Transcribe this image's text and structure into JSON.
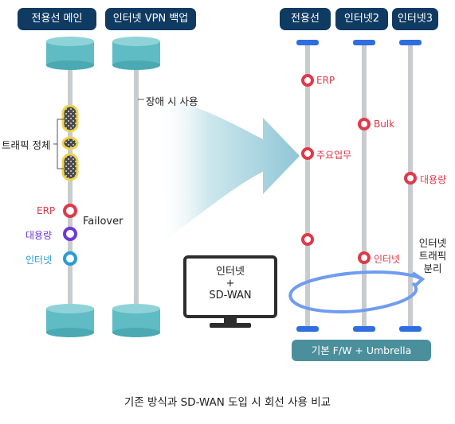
{
  "left": {
    "headers": [
      "전용선 메인",
      "인터넷 VPN 백업"
    ],
    "traffic_label": "트래픽 정체",
    "outage_label": "장애 시 사용",
    "legend": [
      "ERP",
      "대용량",
      "인터넷"
    ],
    "failover_label": "Failover"
  },
  "right": {
    "headers": [
      "전용선",
      "인터넷2",
      "인터넷3"
    ],
    "labels": {
      "erp": "ERP",
      "bulk": "Bulk",
      "core": "주요업무",
      "large": "대용량",
      "internet": "인터넷"
    },
    "internet_traffic_dist": "인터넷\n트래픽\n분리",
    "base_bar": "기본 F/W + Umbrella"
  },
  "monitor": {
    "line1": "인터넷",
    "line2": "+",
    "line3": "SD-WAN"
  },
  "caption": "기존 방식과 SD-WAN 도입 시 회선 사용 비교",
  "colors": {
    "header_bg": "#0f3a62",
    "cylinder": "#5fbcc4",
    "erp": "#e0394b",
    "large": "#6a3ad6",
    "internet": "#2a9ad8",
    "traffic": "#f0d44a",
    "arrow": "#9ccfdc",
    "ring": "#6f9cf0"
  }
}
